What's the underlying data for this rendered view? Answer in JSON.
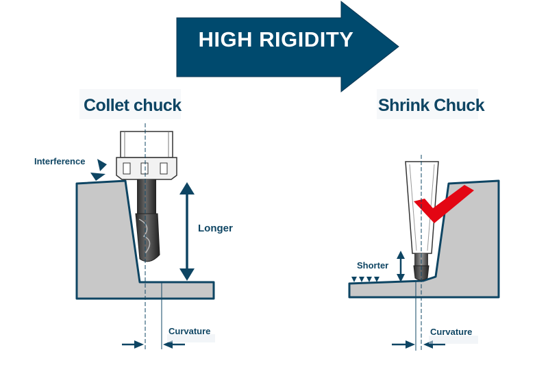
{
  "banner": {
    "text": "HIGH RIGIDITY"
  },
  "left_panel": {
    "title": "Collet chuck",
    "interference_label": "Interference",
    "length_label": "Longer",
    "curvature_label": "Curvature"
  },
  "right_panel": {
    "title": "Shrink Chuck",
    "length_label": "Shorter",
    "curvature_label": "Curvature"
  },
  "colors": {
    "primary": "#0e4563",
    "banner": "#004a6e",
    "workpiece_fill": "#c8c8c8",
    "check": "#e30613",
    "tool_dark": "#3c3c3c"
  }
}
